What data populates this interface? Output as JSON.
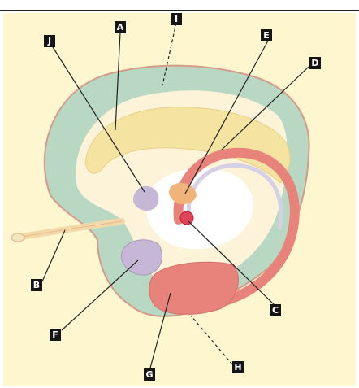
{
  "header": {
    "text": ""
  },
  "diagram": {
    "labels": [
      {
        "id": "A",
        "text": "A"
      },
      {
        "id": "B",
        "text": "B"
      },
      {
        "id": "C",
        "text": "C"
      },
      {
        "id": "D",
        "text": "D"
      },
      {
        "id": "E",
        "text": "E"
      },
      {
        "id": "F",
        "text": "F"
      },
      {
        "id": "G",
        "text": "G"
      },
      {
        "id": "H",
        "text": "H"
      },
      {
        "id": "I",
        "text": "I"
      },
      {
        "id": "J",
        "text": "J"
      }
    ],
    "colors": {
      "background": "#fdf6cf",
      "outer_cortex": "#b9d8c3",
      "cingulate_band": "#f5e3a2",
      "fornix_red": "#e8837b",
      "thalamus_purple": "#c7b7d6",
      "amygdala_red": "#e0445a",
      "label_box": "#151515"
    }
  }
}
